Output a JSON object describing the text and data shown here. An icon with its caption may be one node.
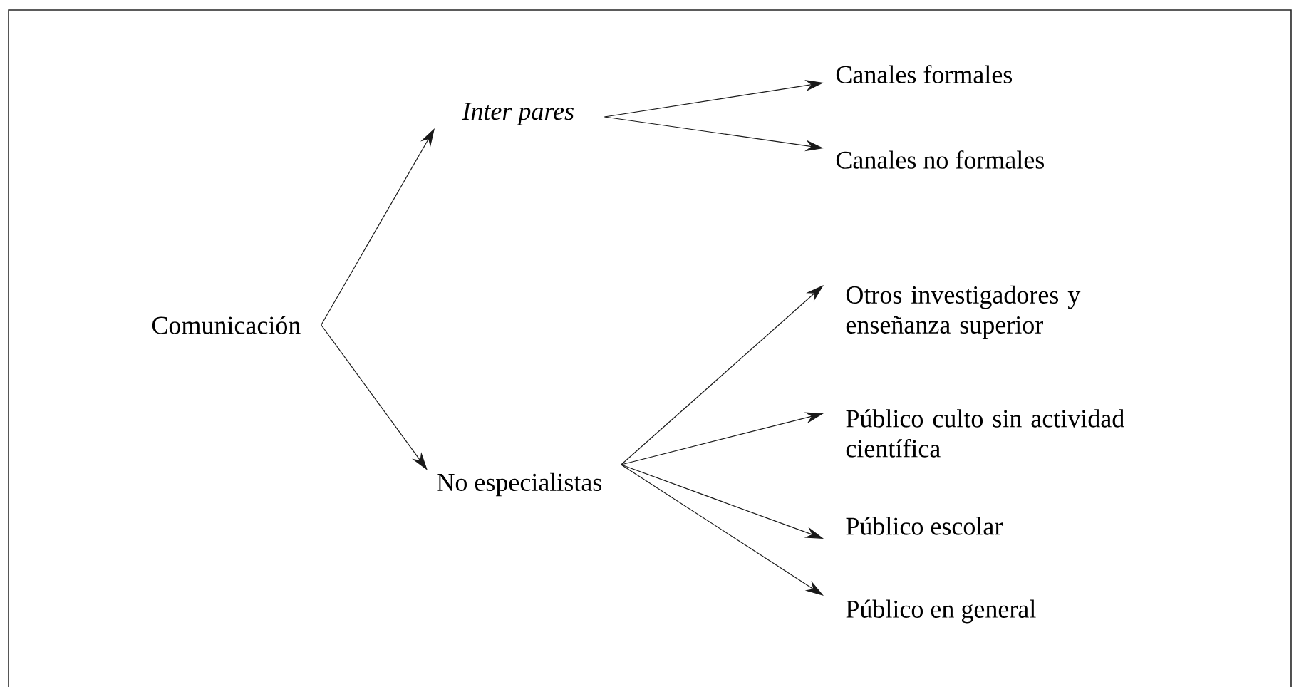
{
  "diagram": {
    "nodes": [
      {
        "text": [
          "Comunicación"
        ]
      },
      {
        "text": [
          "Inter pares"
        ]
      },
      {
        "text": [
          "No especialistas"
        ]
      },
      {
        "text": [
          "Canales formales"
        ]
      },
      {
        "text": [
          "Canales no formales"
        ]
      },
      {
        "text": [
          "Otros investigadores y enseñanza superior"
        ]
      },
      {
        "text": [
          "Público culto sin actividad científica"
        ]
      },
      {
        "text": [
          "Público escolar"
        ]
      },
      {
        "text": [
          "Público en general"
        ]
      }
    ],
    "edges": [
      {
        "from": 0,
        "to": 1,
        "arrow": "to"
      },
      {
        "from": 0,
        "to": 2,
        "arrow": "to"
      },
      {
        "from": 1,
        "to": 3,
        "arrow": "to"
      },
      {
        "from": 1,
        "to": 4,
        "arrow": "to"
      },
      {
        "from": 2,
        "to": 5,
        "arrow": "to"
      },
      {
        "from": 2,
        "to": 6,
        "arrow": "to"
      },
      {
        "from": 2,
        "to": 7,
        "arrow": "to"
      },
      {
        "from": 2,
        "to": 8,
        "arrow": "to"
      }
    ]
  }
}
